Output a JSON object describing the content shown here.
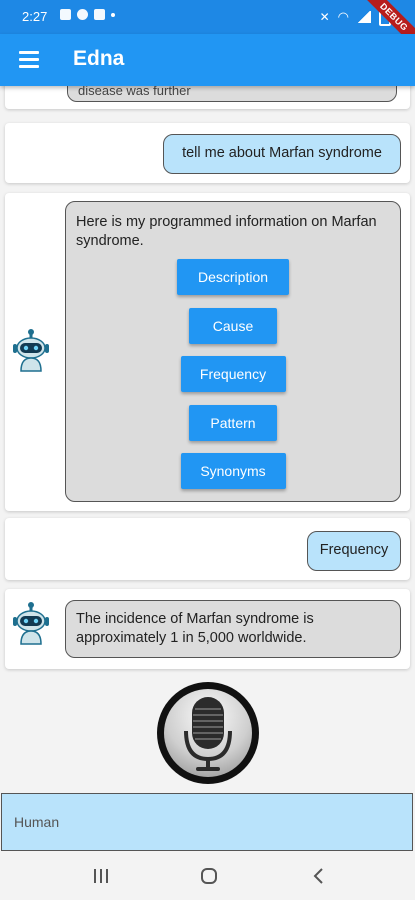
{
  "status_bar": {
    "time": "2:27",
    "debug_label": "DEBUG"
  },
  "app_bar": {
    "title": "Edna",
    "menu_icon": "hamburger-menu-icon"
  },
  "chat": {
    "partial_prev_text": "disease was further",
    "user_msg_1": "tell me about Marfan syndrome",
    "bot_msg_1": "Here is my programmed information on Marfan syndrome.",
    "options": [
      "Description",
      "Cause",
      "Frequency",
      "Pattern",
      "Synonyms"
    ],
    "user_msg_2": "Frequency",
    "bot_msg_2": "The incidence of Marfan syndrome is approximately 1 in 5,000 worldwide."
  },
  "input": {
    "placeholder": "Human",
    "value": ""
  },
  "mic_button": {
    "icon": "microphone-icon"
  },
  "nav_bar": {
    "icons": [
      "recent-apps-icon",
      "home-icon",
      "back-icon"
    ]
  },
  "colors": {
    "appbar": "#2196f3",
    "statusbar": "#1e88e5",
    "user_bubble": "#b9e3fb",
    "bot_bubble": "#dcdcdc",
    "button": "#2196f3"
  }
}
